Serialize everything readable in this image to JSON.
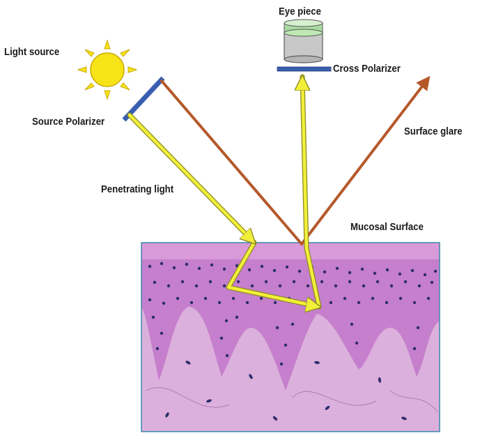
{
  "labels": {
    "light_source": "Light source",
    "eye_piece": "Eye piece",
    "cross_polarizer": "Cross Polarizer",
    "source_polarizer": "Source Polarizer",
    "surface_glare": "Surface glare",
    "penetrating_light": "Penetrating light",
    "mucosal_surface": "Mucosal Surface"
  },
  "colors": {
    "penetrating_light": "#f2ef3a",
    "glare": "#b5582a",
    "polarizer": "#3a5fb0",
    "sun": "#f7e418",
    "tissue": "#d8a8d8",
    "epithelium": "#c07fc8",
    "nuclei": "#2d2d6b",
    "eyepiece_top": "#a9dba0",
    "eyepiece_body": "#c8c8c8"
  },
  "icons": [
    "sun-icon",
    "eyepiece-icon",
    "source-polarizer-icon",
    "cross-polarizer-icon"
  ]
}
